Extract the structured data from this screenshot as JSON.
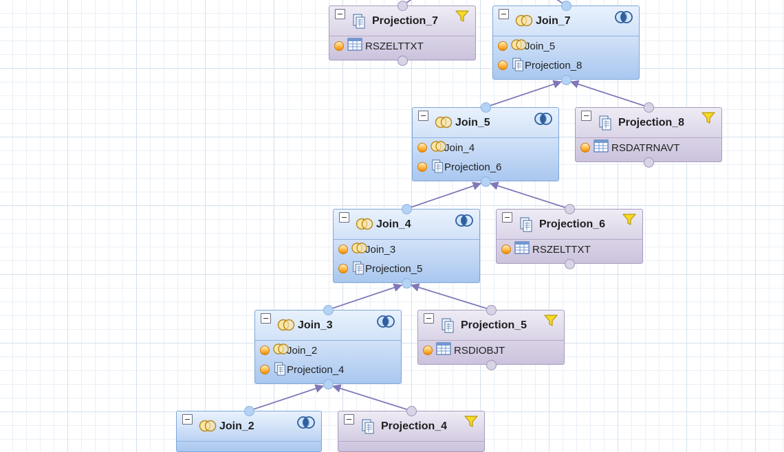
{
  "diagram": {
    "nodes": [
      {
        "id": "projection_7",
        "title": "Projection_7",
        "type": "projection",
        "rows": [
          {
            "label": "RSZELTTXT",
            "icon": "table-icon"
          }
        ]
      },
      {
        "id": "join_7",
        "title": "Join_7",
        "type": "join",
        "rows": [
          {
            "label": "Join_5",
            "icon": "join-icon"
          },
          {
            "label": "Projection_8",
            "icon": "projection-icon"
          }
        ]
      },
      {
        "id": "join_5",
        "title": "Join_5",
        "type": "join",
        "rows": [
          {
            "label": "Join_4",
            "icon": "join-icon"
          },
          {
            "label": "Projection_6",
            "icon": "projection-icon"
          }
        ]
      },
      {
        "id": "projection_8",
        "title": "Projection_8",
        "type": "projection",
        "rows": [
          {
            "label": "RSDATRNAVT",
            "icon": "table-icon"
          }
        ]
      },
      {
        "id": "join_4",
        "title": "Join_4",
        "type": "join",
        "rows": [
          {
            "label": "Join_3",
            "icon": "join-icon"
          },
          {
            "label": "Projection_5",
            "icon": "projection-icon"
          }
        ]
      },
      {
        "id": "projection_6",
        "title": "Projection_6",
        "type": "projection",
        "rows": [
          {
            "label": "RSZELTTXT",
            "icon": "table-icon"
          }
        ]
      },
      {
        "id": "join_3",
        "title": "Join_3",
        "type": "join",
        "rows": [
          {
            "label": "Join_2",
            "icon": "join-icon"
          },
          {
            "label": "Projection_4",
            "icon": "projection-icon"
          }
        ]
      },
      {
        "id": "projection_5",
        "title": "Projection_5",
        "type": "projection",
        "rows": [
          {
            "label": "RSDIOBJT",
            "icon": "table-icon"
          }
        ]
      },
      {
        "id": "join_2",
        "title": "Join_2",
        "type": "join",
        "rows": []
      },
      {
        "id": "projection_4",
        "title": "Projection_4",
        "type": "projection",
        "rows": []
      }
    ],
    "edges": [
      {
        "from": "join_5",
        "to": "join_7"
      },
      {
        "from": "projection_8",
        "to": "join_7"
      },
      {
        "from": "join_4",
        "to": "join_5"
      },
      {
        "from": "projection_6",
        "to": "join_5"
      },
      {
        "from": "join_3",
        "to": "join_4"
      },
      {
        "from": "projection_5",
        "to": "join_4"
      },
      {
        "from": "join_2",
        "to": "join_3"
      },
      {
        "from": "projection_4",
        "to": "join_3"
      }
    ],
    "colors": {
      "edge": "#7f78b8",
      "join_fill": "#cfe0f7",
      "projection_fill": "#dcd6e8",
      "port_orange": "#f39a1c",
      "filter_yellow": "#f5d21f"
    }
  }
}
